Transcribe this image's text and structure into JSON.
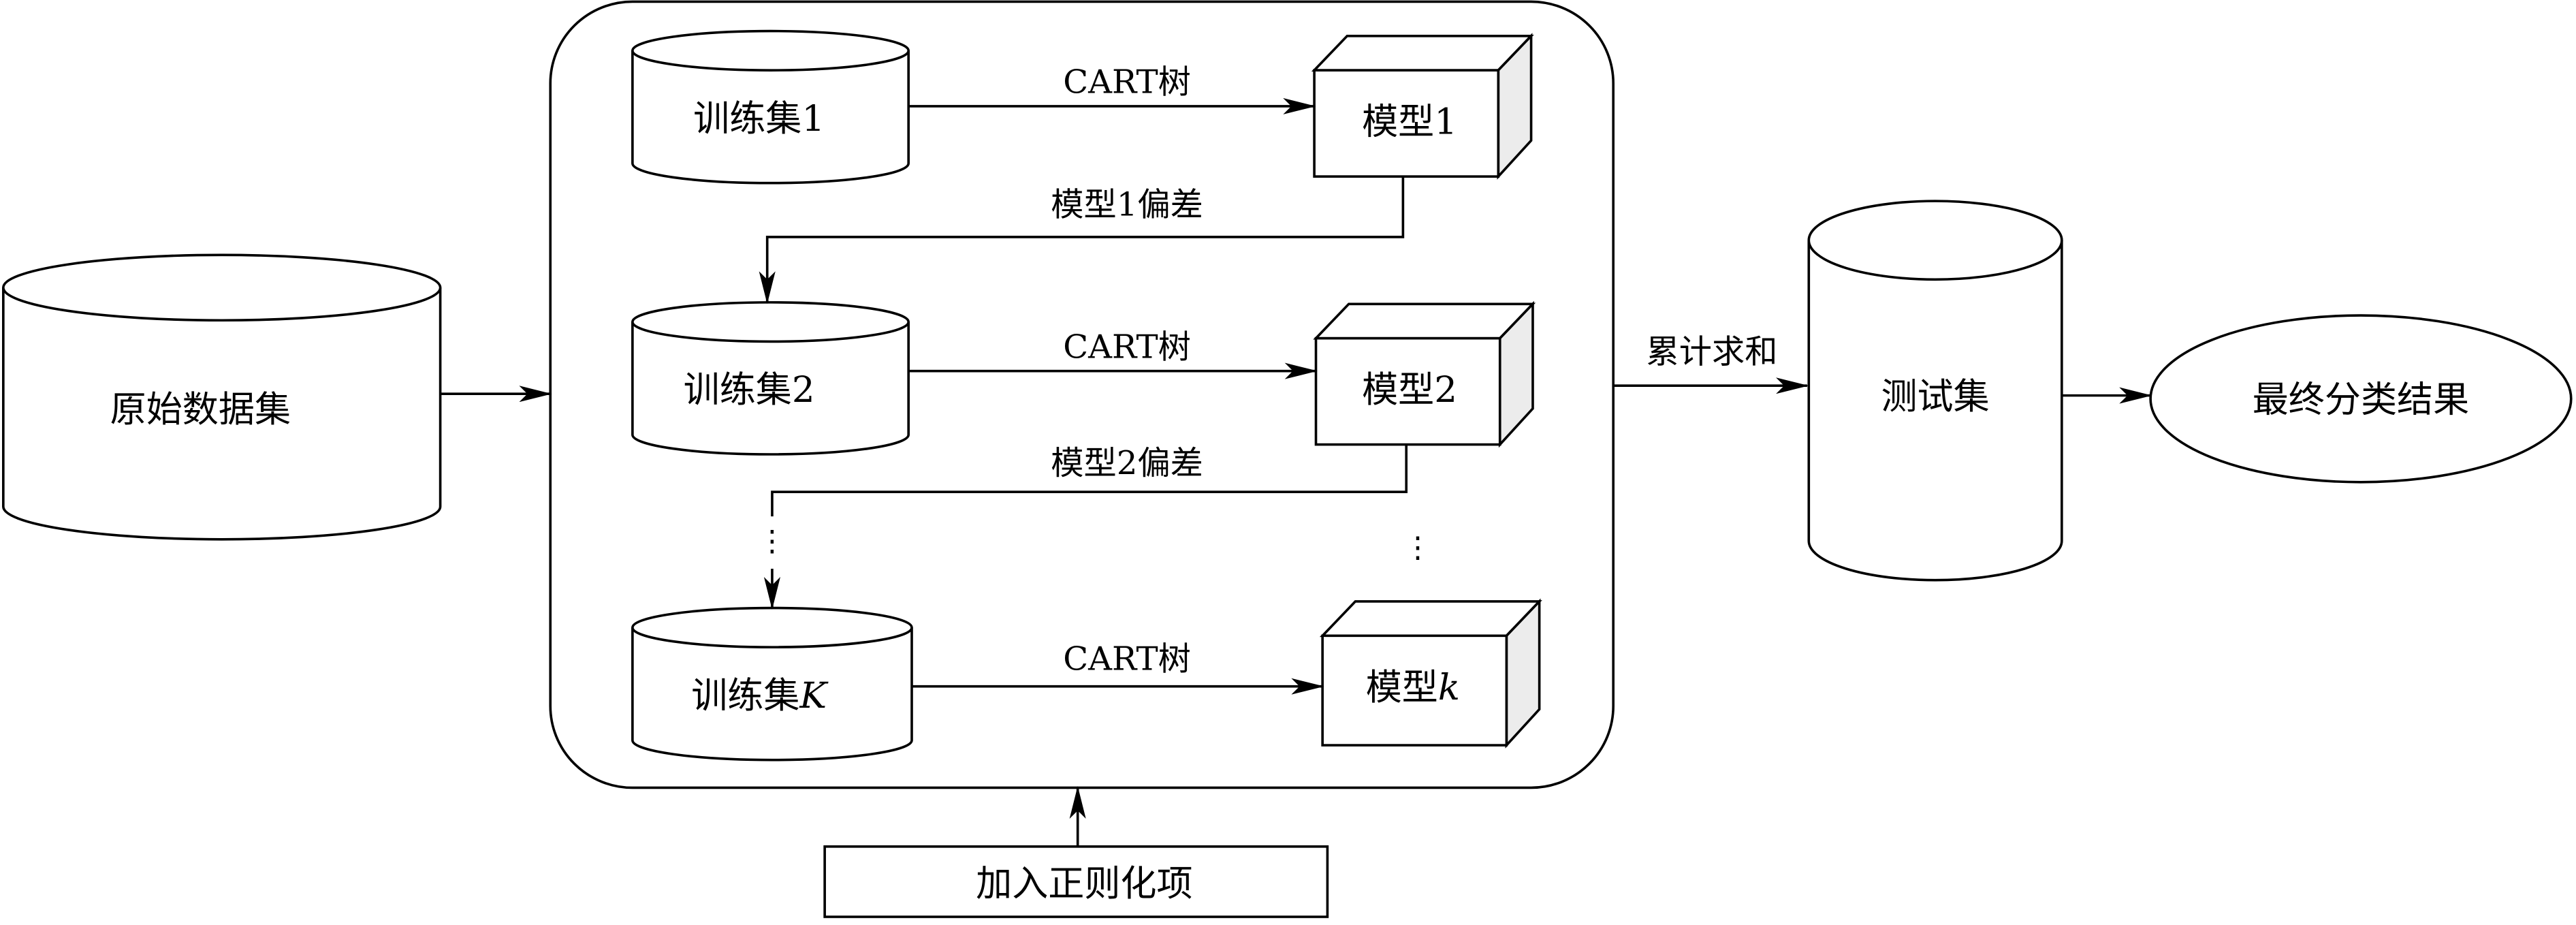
{
  "diagram": {
    "title": "GBDT / XGBoost classification flow",
    "source_data": {
      "label": "原始数据集"
    },
    "training_sets": [
      {
        "label": "训练集1"
      },
      {
        "label": "训练集2"
      },
      {
        "label": "训练集",
        "suffix_italic": "K"
      }
    ],
    "models": [
      {
        "label": "模型1"
      },
      {
        "label": "模型2"
      },
      {
        "label": "模型",
        "suffix_italic": "k"
      }
    ],
    "edge_labels": {
      "cart_tree": "CART树",
      "bias_1": "模型1偏差",
      "bias_2": "模型2偏差",
      "sum": "累计求和"
    },
    "ellipsis": "⋮",
    "regularization": {
      "label": "加入正则化项"
    },
    "test_set": {
      "label": "测试集"
    },
    "result": {
      "label": "最终分类结果"
    }
  }
}
